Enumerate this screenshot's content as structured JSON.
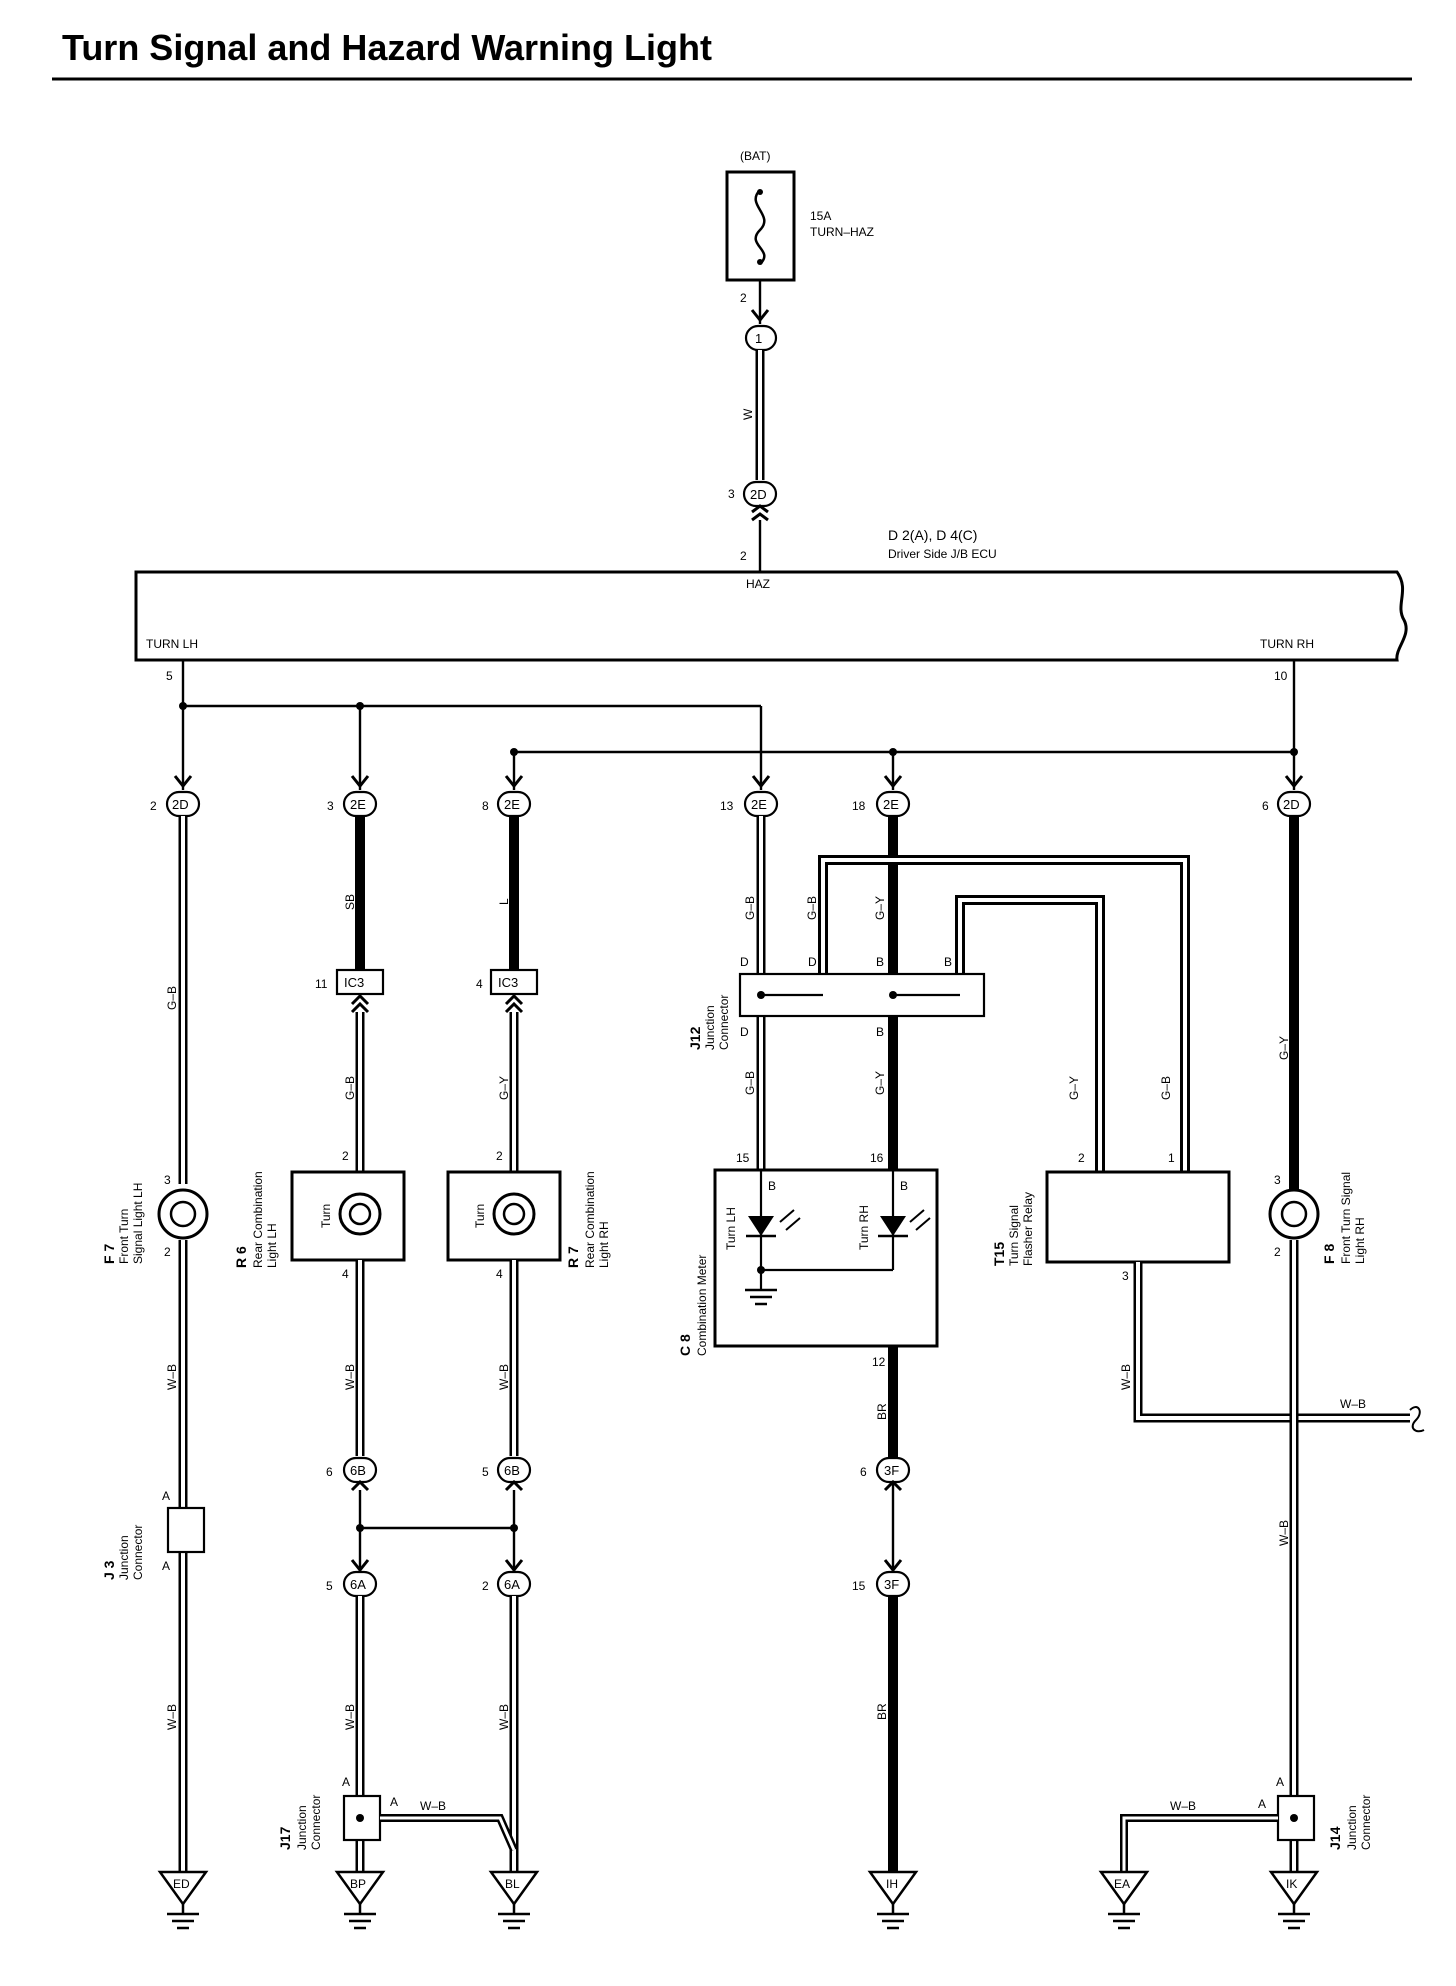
{
  "title": "Turn Signal and Hazard Warning Light",
  "fuse": {
    "source": "(BAT)",
    "rating": "15A",
    "name": "TURN–HAZ",
    "pin": "2"
  },
  "splice1": {
    "label": "1"
  },
  "wire_w": "W",
  "jb_conn_top": {
    "pin": "3",
    "label": "2D"
  },
  "ecu": {
    "pin_haz": "2",
    "id": "D 2(A), D 4(C)",
    "name": "Driver Side J/B ECU",
    "haz": "HAZ",
    "turn_lh": "TURN LH",
    "turn_rh": "TURN RH",
    "pin_lh": "5",
    "pin_rh": "10"
  },
  "connectors": [
    {
      "pin": "2",
      "label": "2D"
    },
    {
      "pin": "3",
      "label": "2E"
    },
    {
      "pin": "8",
      "label": "2E"
    },
    {
      "pin": "13",
      "label": "2E"
    },
    {
      "pin": "18",
      "label": "2E"
    },
    {
      "pin": "6",
      "label": "2D"
    }
  ],
  "wire_colors": {
    "c1": "G–B",
    "c2a": "SB",
    "c2b": "G–B",
    "c3a": "L",
    "c3b": "G–Y",
    "c4a": "G–B",
    "c4b": "G–B",
    "c4c": "G–B",
    "c5a": "G–Y",
    "c5b": "G–Y",
    "c5c": "BR",
    "c5d": "BR",
    "r1": "G–Y",
    "r2": "G–B",
    "c6": "G–Y",
    "c6b": "W–B",
    "wb1": "W–B",
    "wb2": "W–B",
    "wb3": "W–B",
    "wb4": "W–B",
    "wb5": "W–B",
    "wb6": "W–B",
    "wb7": "W–B",
    "wb8": "W–B",
    "wb9": "W–B",
    "wb10": "W–B"
  },
  "ic3": [
    {
      "pin": "11",
      "label": "IC3"
    },
    {
      "pin": "4",
      "label": "IC3"
    }
  ],
  "j12": {
    "id": "J12",
    "name": "Junction",
    "name2": "Connector",
    "d1": "D",
    "d2": "D",
    "b1": "B",
    "b2": "B",
    "d3": "D",
    "b3": "B"
  },
  "f7": {
    "id": "F 7",
    "name": "Front Turn",
    "name2": "Signal Light LH",
    "pin_top": "3",
    "pin_bot": "2"
  },
  "f8": {
    "id": "F 8",
    "name": "Front Turn Signal",
    "name2": "Light RH",
    "pin_top": "3",
    "pin_bot": "2"
  },
  "r6": {
    "id": "R 6",
    "name": "Rear Combination",
    "name2": "Light LH",
    "lamp": "Turn",
    "pin_top": "2",
    "pin_bot": "4"
  },
  "r7": {
    "id": "R 7",
    "name": "Rear Combination",
    "name2": "Light RH",
    "lamp": "Turn",
    "pin_top": "2",
    "pin_bot": "4"
  },
  "c8": {
    "id": "C 8",
    "name": "Combination Meter",
    "pin1": "15",
    "pin2": "16",
    "pin3": "12",
    "b1": "B",
    "b2": "B",
    "lh": "Turn LH",
    "rh": "Turn RH"
  },
  "t15": {
    "id": "T15",
    "name": "Turn Signal",
    "name2": "Flasher Relay",
    "pin2": "2",
    "pin1": "1",
    "pin3": "3"
  },
  "j3": {
    "id": "J 3",
    "name": "Junction",
    "name2": "Connector",
    "a1": "A",
    "a2": "A"
  },
  "c6b": [
    {
      "pin": "6",
      "label": "6B"
    },
    {
      "pin": "5",
      "label": "6B"
    }
  ],
  "c6a": [
    {
      "pin": "5",
      "label": "6A"
    },
    {
      "pin": "2",
      "label": "6A"
    }
  ],
  "c3f": [
    {
      "pin": "6",
      "label": "3F"
    },
    {
      "pin": "15",
      "label": "3F"
    }
  ],
  "j17": {
    "id": "J17",
    "name": "Junction",
    "name2": "Connector",
    "a1": "A",
    "a2": "A"
  },
  "j14": {
    "id": "J14",
    "name": "Junction",
    "name2": "Connector",
    "a1": "A",
    "a2": "A"
  },
  "grounds": [
    "ED",
    "BP",
    "BL",
    "IH",
    "EA",
    "IK"
  ]
}
